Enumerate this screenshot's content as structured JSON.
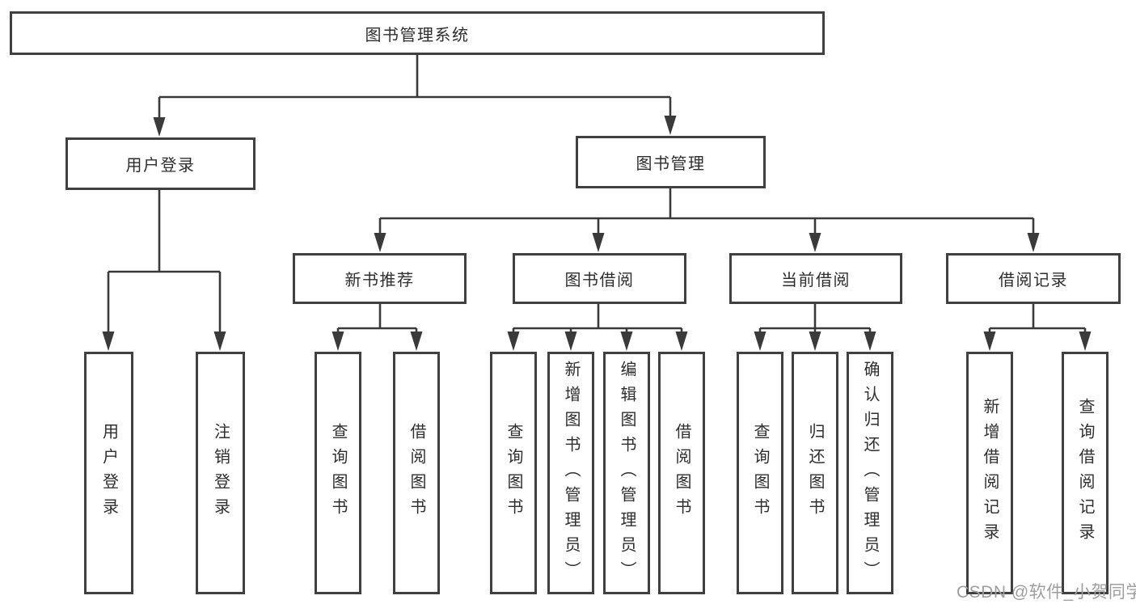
{
  "diagram": {
    "root": {
      "label": "图书管理系统"
    },
    "level1": [
      {
        "label": "用户登录",
        "children": [
          {
            "label": "用户登录"
          },
          {
            "label": "注销登录"
          }
        ]
      },
      {
        "label": "图书管理",
        "children": [
          {
            "label": "新书推荐",
            "children": [
              {
                "label": "查询图书"
              },
              {
                "label": "借阅图书"
              }
            ]
          },
          {
            "label": "图书借阅",
            "children": [
              {
                "label": "查询图书"
              },
              {
                "label": "新增图书（管理员）"
              },
              {
                "label": "编辑图书（管理员）"
              },
              {
                "label": "借阅图书"
              }
            ]
          },
          {
            "label": "当前借阅",
            "children": [
              {
                "label": "查询图书"
              },
              {
                "label": "归还图书"
              },
              {
                "label": "确认归还（管理员）"
              }
            ]
          },
          {
            "label": "借阅记录",
            "children": [
              {
                "label": "新增借阅记录"
              },
              {
                "label": "查询借阅记录"
              }
            ]
          }
        ]
      }
    ]
  },
  "watermark": {
    "text": "CSDN @软件_小贺同学"
  },
  "colors": {
    "line": "#3a3a3a",
    "box_border": "#404040",
    "text": "#2e2e2e",
    "watermark": "#9e9e9e",
    "background": "#ffffff"
  }
}
